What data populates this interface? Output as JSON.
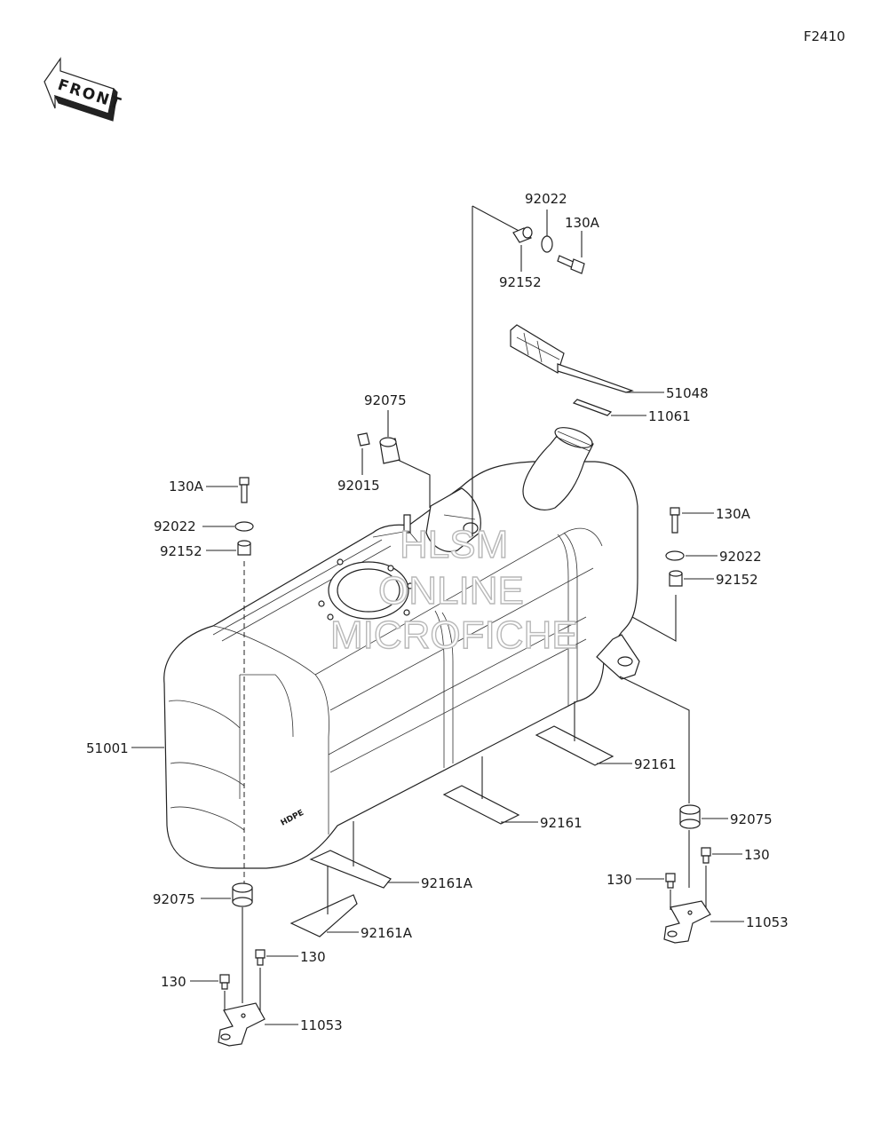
{
  "diagram": {
    "ref_code": "F2410",
    "front_label": "FRONT",
    "tank_marking": "HDPE",
    "watermark": [
      "HLSM",
      "ONLINE",
      "MICROFICHE"
    ],
    "labels": {
      "p92022_top": "92022",
      "p130A_top": "130A",
      "p92152_top": "92152",
      "p51048": "51048",
      "p11061": "11061",
      "p92075_top": "92075",
      "p92015": "92015",
      "p130A_left": "130A",
      "p92022_left": "92022",
      "p92152_left": "92152",
      "p130A_right": "130A",
      "p92022_right": "92022",
      "p92152_right": "92152",
      "p51001": "51001",
      "p92161_right": "92161",
      "p92161_mid": "92161",
      "p92161A_upper": "92161A",
      "p92161A_lower": "92161A",
      "p92075_right": "92075",
      "p130_right_a": "130",
      "p130_right_b": "130",
      "p11053_right": "11053",
      "p92075_left": "92075",
      "p130_left_a": "130",
      "p130_left_b": "130",
      "p11053_left": "11053"
    }
  }
}
